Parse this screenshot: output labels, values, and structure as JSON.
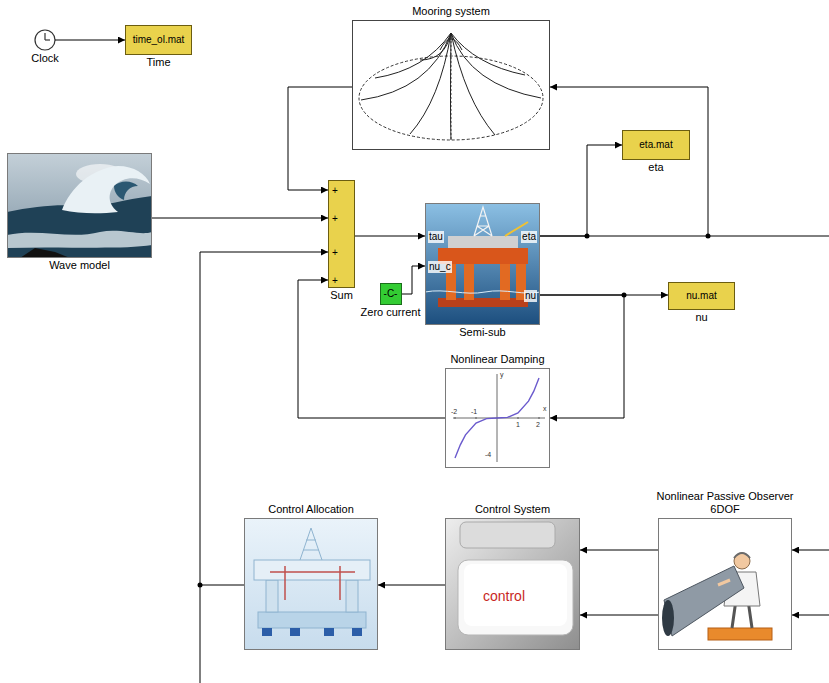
{
  "diagram": {
    "nodes": [
      {
        "text": [
          "Clock"
        ]
      },
      {
        "text": [
          "time_ol.mat",
          "Time"
        ]
      },
      {
        "text": [
          "Mooring system"
        ]
      },
      {
        "text": [
          "Wave model"
        ]
      },
      {
        "text": [
          "+",
          "+",
          "+",
          "+",
          "Sum"
        ]
      },
      {
        "text": [
          "tau",
          "nu_c",
          "eta",
          "nu",
          "Semi-sub"
        ]
      },
      {
        "text": [
          "-C-",
          "Zero current"
        ]
      },
      {
        "text": [
          "eta.mat",
          "eta"
        ]
      },
      {
        "text": [
          "nu.mat",
          "nu"
        ]
      },
      {
        "text": [
          "Nonlinear Damping"
        ]
      },
      {
        "text": [
          "Control Allocation"
        ]
      },
      {
        "text": [
          "Control System"
        ]
      },
      {
        "text": [
          "Nonlinear Passive Observer 6DOF"
        ]
      }
    ],
    "edges": [
      {
        "from": 0,
        "to": 1,
        "arrow": "to"
      },
      {
        "from": 3,
        "to": 4,
        "arrow": "to"
      },
      {
        "from": 2,
        "to": 4,
        "arrow": "to"
      },
      {
        "from": 4,
        "to": 5,
        "arrow": "to"
      },
      {
        "from": 6,
        "to": 5,
        "arrow": "to"
      },
      {
        "from": 5,
        "to": 7,
        "arrow": "to"
      },
      {
        "from": 5,
        "to": 2,
        "arrow": "to"
      },
      {
        "from": 5,
        "to": 8,
        "arrow": "to"
      },
      {
        "from": 5,
        "to": 9,
        "arrow": "to"
      },
      {
        "from": 9,
        "to": 4,
        "arrow": "to"
      },
      {
        "from": 10,
        "to": 4,
        "arrow": "to"
      },
      {
        "from": 11,
        "to": 10,
        "arrow": "to"
      },
      {
        "from": 12,
        "to": 11,
        "arrow": "to"
      },
      {
        "from": 12,
        "to": 11,
        "arrow": "to"
      }
    ],
    "labels": [
      "control",
      "y",
      "x",
      "-2",
      "-1",
      "1",
      "2",
      "-4"
    ]
  }
}
